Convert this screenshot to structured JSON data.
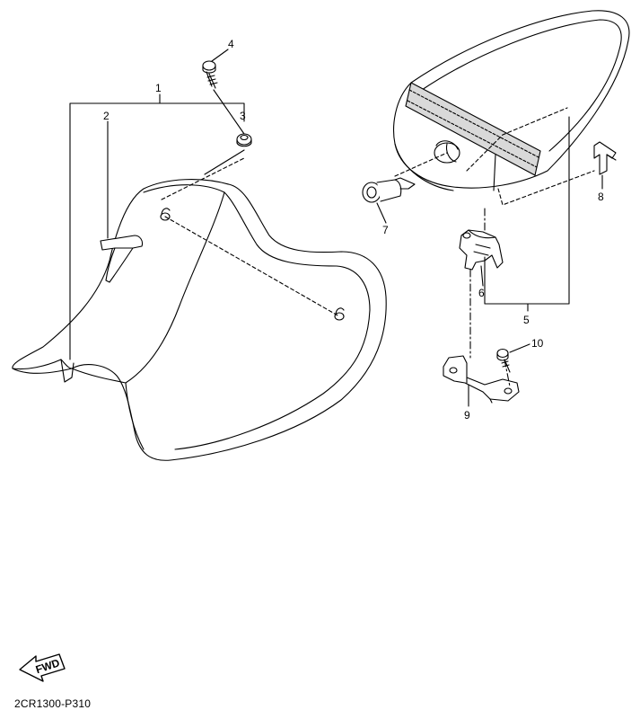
{
  "diagram": {
    "callouts": [
      {
        "id": "1",
        "label": "1"
      },
      {
        "id": "2",
        "label": "2"
      },
      {
        "id": "3",
        "label": "3"
      },
      {
        "id": "4",
        "label": "4"
      },
      {
        "id": "5",
        "label": "5"
      },
      {
        "id": "6",
        "label": "6"
      },
      {
        "id": "7",
        "label": "7"
      },
      {
        "id": "8",
        "label": "8"
      },
      {
        "id": "9",
        "label": "9"
      },
      {
        "id": "10",
        "label": "10"
      }
    ],
    "fwd_label": "FWD",
    "drawing_code": "2CR1300-P310",
    "colors": {
      "line": "#000000",
      "fill": "#ffffff",
      "shade": "#d9d9d9"
    }
  }
}
